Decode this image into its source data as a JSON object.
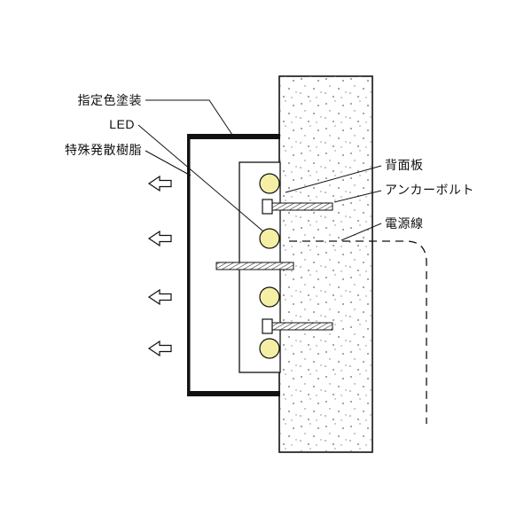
{
  "diagram": {
    "labels": {
      "paint": "指定色塗装",
      "led": "LED",
      "resin": "特殊発散樹脂",
      "back_plate": "背面板",
      "anchor_bolt": "アンカーボルト",
      "power_line": "電源線"
    },
    "colors": {
      "led_fill": "#f4efa5",
      "line_color": "#111111",
      "background": "#ffffff"
    }
  }
}
